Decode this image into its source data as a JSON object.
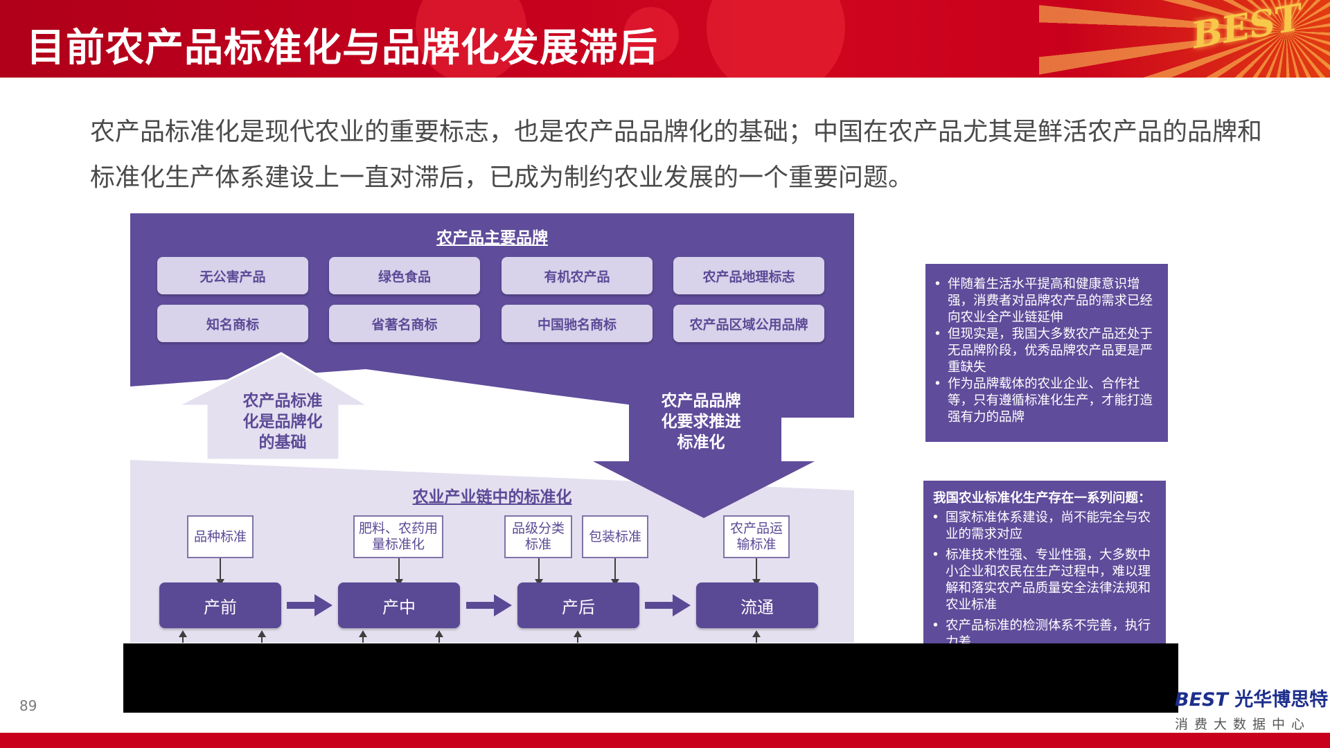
{
  "header": {
    "title": "目前农产品标准化与品牌化发展滞后",
    "logo_text": "BEST"
  },
  "intro": {
    "text": "农产品标准化是现代农业的重要标志，也是农产品品牌化的基础；中国在农产品尤其是鲜活农产品的品牌和标准化生产体系建设上一直对滞后，已成为制约农业发展的一个重要问题。"
  },
  "diagram": {
    "brands_title": "农产品主要品牌",
    "brands": [
      "无公害产品",
      "绿色食品",
      "有机农产品",
      "农产品地理标志",
      "知名商标",
      "省著名商标",
      "中国驰名商标",
      "农产品区域公用品牌"
    ],
    "up_arrow_text": "农产品标准化是品牌化的基础",
    "down_arrow_text": "农产品品牌化要求推进标准化",
    "chain_title": "农业产业链中的标准化",
    "standards": [
      "品种标准",
      "肥料、农药用量标准化",
      "品级分类标准",
      "包装标准",
      "农产品运输标准"
    ],
    "stages": [
      "产前",
      "产中",
      "产后",
      "流通"
    ]
  },
  "info_top": {
    "items": [
      "伴随着生活水平提高和健康意识增强，消费者对品牌农产品的需求已经向农业全产业链延伸",
      "但现实是，我国大多数农产品还处于无品牌阶段，优秀品牌农产品更是严重缺失",
      "作为品牌载体的农业企业、合作社等，只有遵循标准化生产，才能打造强有力的品牌"
    ]
  },
  "info_bottom": {
    "title": "我国农业标准化生产存在一系列问题：",
    "items": [
      "国家标准体系建设，尚不能完全与农业的需求对应",
      "标准技术性强、专业性强，大多数中小企业和农民在生产过程中，难以理解和落实农产品质量安全法律法规和农业标准",
      "农产品标准的检测体系不完善，执行力差"
    ]
  },
  "footer": {
    "page_number": "89",
    "brand_best": "BEST",
    "brand_name": "光华博思特",
    "brand_sub": "消费大数据中心"
  },
  "colors": {
    "banner_red": "#c4001e",
    "diagram_purple": "#5f4c9a",
    "light_lavender": "#e4e0f0",
    "pill_lavender": "#d8d2ea"
  }
}
